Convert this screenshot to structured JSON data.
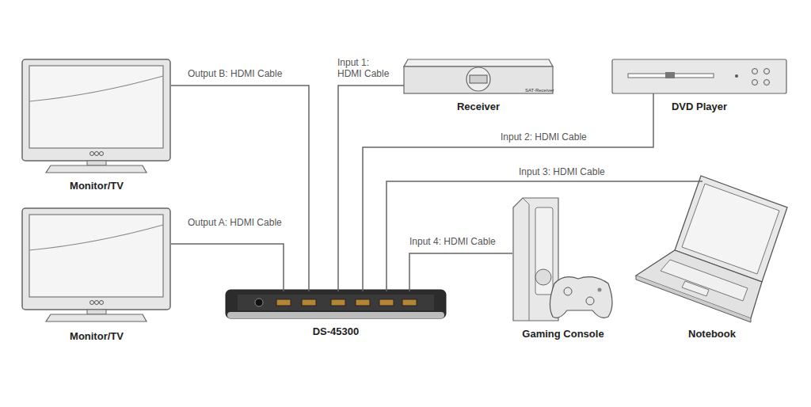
{
  "diagram": {
    "nodes": [
      {
        "text": [
          "Monitor/TV"
        ]
      },
      {
        "text": [
          "Receiver"
        ]
      },
      {
        "text": [
          "DVD Player"
        ]
      },
      {
        "text": [
          "Monitor/TV"
        ]
      },
      {
        "text": [
          "DS-45300"
        ]
      },
      {
        "text": [
          "Gaming Console"
        ]
      },
      {
        "text": [
          "Notebook"
        ]
      }
    ],
    "edges": [
      {
        "from": 4,
        "to": 0,
        "label": "Output B: HDMI Cable",
        "arrow": "none"
      },
      {
        "from": 1,
        "to": 4,
        "label": "Input 1: HDMI Cable",
        "arrow": "none"
      },
      {
        "from": 2,
        "to": 4,
        "label": "Input 2: HDMI Cable",
        "arrow": "none"
      },
      {
        "from": 6,
        "to": 4,
        "label": "Input 3: HDMI Cable",
        "arrow": "none"
      },
      {
        "from": 4,
        "to": 3,
        "label": "Output A: HDMI Cable",
        "arrow": "none"
      },
      {
        "from": 5,
        "to": 4,
        "label": "Input 4: HDMI Cable",
        "arrow": "none"
      }
    ],
    "labels": [
      "SAT-Receiver"
    ]
  }
}
